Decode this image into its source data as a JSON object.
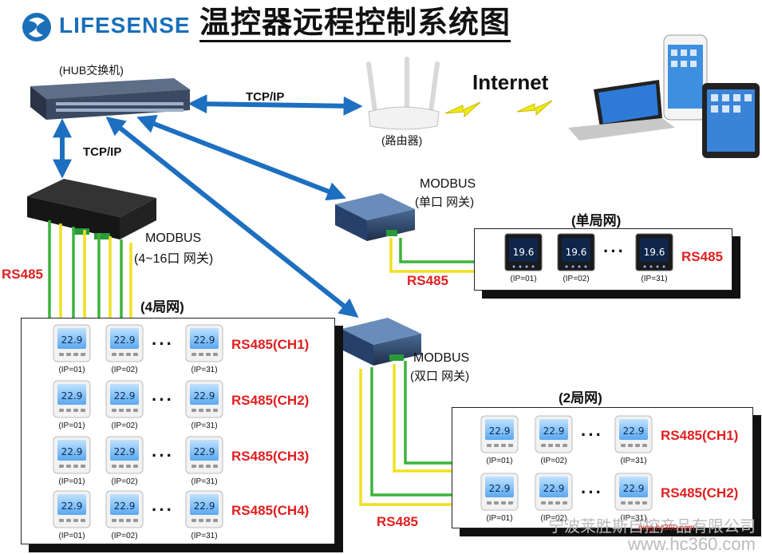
{
  "header": {
    "brand": "LIFESENSE",
    "title": "温控器远程控制系统图"
  },
  "devices": {
    "hub_label": "(HUB交换机)",
    "router_label": "(路由器)",
    "internet_label": "Internet",
    "tcpip_h": "TCP/IP",
    "tcpip_v": "TCP/IP",
    "gw4_label_1": "MODBUS",
    "gw4_label_2": "(4~16口 网关)",
    "gw1_label_1": "MODBUS",
    "gw1_label_2": "(单口 网关)",
    "gw2_label_1": "MODBUS",
    "gw2_label_2": "(双口 网关)"
  },
  "networks": {
    "single": {
      "title": "(单局网)",
      "rs485_right": "RS485",
      "rs485_wire": "RS485",
      "ips": [
        "(IP=01)",
        "(IP=02)",
        "(IP=31)"
      ],
      "dots": "···"
    },
    "four": {
      "title": "(4局网)",
      "rs485_left": "RS485",
      "channels": [
        "RS485(CH1)",
        "RS485(CH2)",
        "RS485(CH3)",
        "RS485(CH4)"
      ],
      "ips": [
        "(IP=01)",
        "(IP=02)",
        "(IP=31)"
      ],
      "dots": "···"
    },
    "two": {
      "title": "(2局网)",
      "rs485_wire": "RS485",
      "channels": [
        "RS485(CH1)",
        "RS485(CH2)"
      ],
      "ips": [
        "(IP=01)",
        "(IP=02)",
        "(IP=31)"
      ],
      "dots": "···"
    }
  },
  "watermark": {
    "company": "宁波莱胜斯自控产品有限公司",
    "site": "www.hc360.com",
    "url_small": "ning.hc360.com"
  },
  "colors": {
    "arrow": "#1d6fc0",
    "wire_green": "#3cb43c",
    "wire_yellow": "#f0e020",
    "rs485_red": "#e02020"
  }
}
